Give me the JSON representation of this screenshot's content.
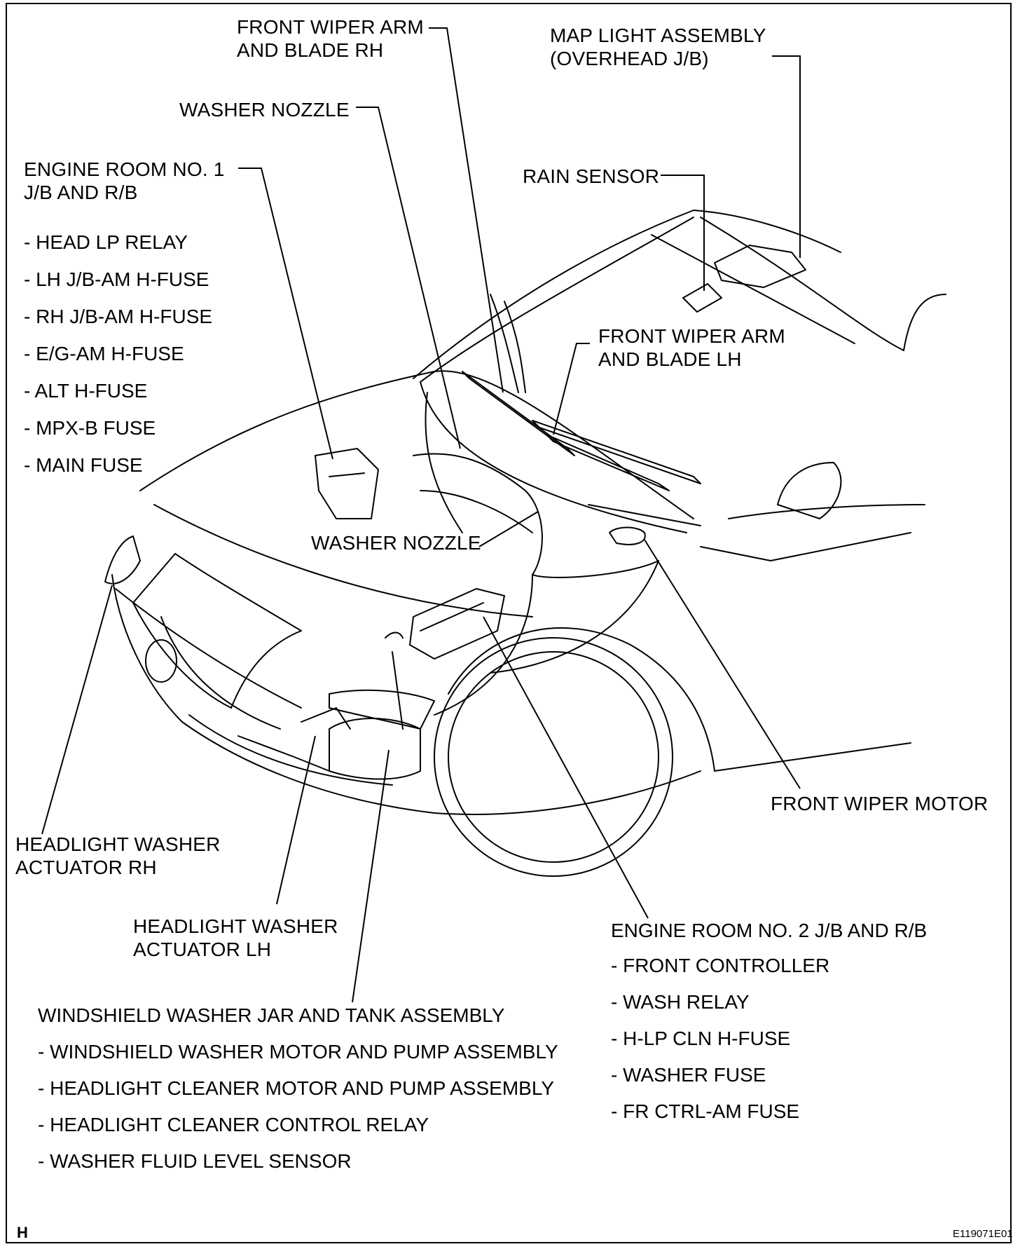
{
  "labels": {
    "front_wiper_arm_rh": [
      "FRONT WIPER ARM",
      "AND BLADE RH"
    ],
    "map_light": [
      "MAP LIGHT ASSEMBLY",
      "(OVERHEAD J/B)"
    ],
    "washer_nozzle_top": "WASHER NOZZLE",
    "engine_room_1": [
      "ENGINE ROOM NO. 1",
      "J/B AND R/B"
    ],
    "rain_sensor": "RAIN SENSOR",
    "front_wiper_arm_lh": [
      "FRONT WIPER ARM",
      "AND BLADE LH"
    ],
    "washer_nozzle_mid": "WASHER NOZZLE",
    "front_wiper_motor": "FRONT WIPER MOTOR",
    "headlight_washer_rh": [
      "HEADLIGHT WASHER",
      "ACTUATOR RH"
    ],
    "headlight_washer_lh": [
      "HEADLIGHT WASHER",
      "ACTUATOR LH"
    ]
  },
  "engine_room_1_items": [
    "- HEAD LP RELAY",
    "- LH J/B-AM H-FUSE",
    "- RH J/B-AM H-FUSE",
    "- E/G-AM H-FUSE",
    "- ALT H-FUSE",
    "- MPX-B FUSE",
    "- MAIN FUSE"
  ],
  "engine_room_2": {
    "title": "ENGINE ROOM NO. 2 J/B AND R/B",
    "items": [
      "-  FRONT CONTROLLER",
      "-  WASH RELAY",
      "-  H-LP CLN H-FUSE",
      "-  WASHER FUSE",
      "-  FR CTRL-AM FUSE"
    ]
  },
  "washer_jar": {
    "title": "WINDSHIELD WASHER JAR AND TANK ASSEMBLY",
    "items": [
      "-  WINDSHIELD WASHER MOTOR AND PUMP ASSEMBLY",
      "-  HEADLIGHT CLEANER MOTOR AND PUMP ASSEMBLY",
      "-  HEADLIGHT CLEANER CONTROL RELAY",
      "-  WASHER FLUID LEVEL SENSOR"
    ]
  },
  "footer": {
    "section_letter": "H",
    "figure_code": "E119071E01"
  }
}
